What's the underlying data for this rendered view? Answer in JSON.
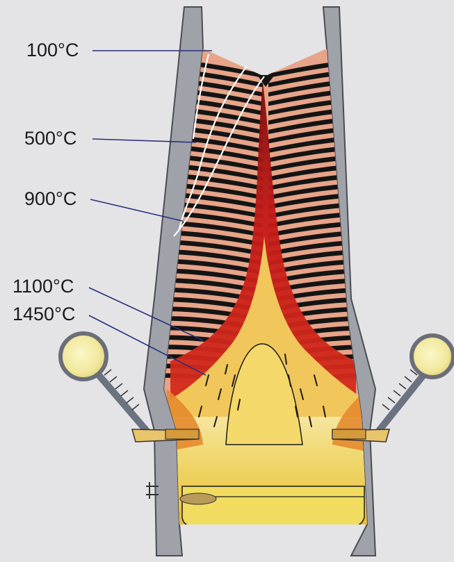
{
  "labels": {
    "t100": "100°C",
    "t500": "500°C",
    "t900": "900°C",
    "t1100": "1100°C",
    "t1450": "1450°C"
  },
  "colors": {
    "background": "#e4e3e6",
    "wall": "#9fa2a9",
    "charge_layer": "#e7a489",
    "coke_layer": "#141414",
    "flame_red": "#c81e1e",
    "melt_yellow": "#ecd057",
    "burner_globe": "#f3eea6",
    "leader_line": "#2a2f7a"
  }
}
